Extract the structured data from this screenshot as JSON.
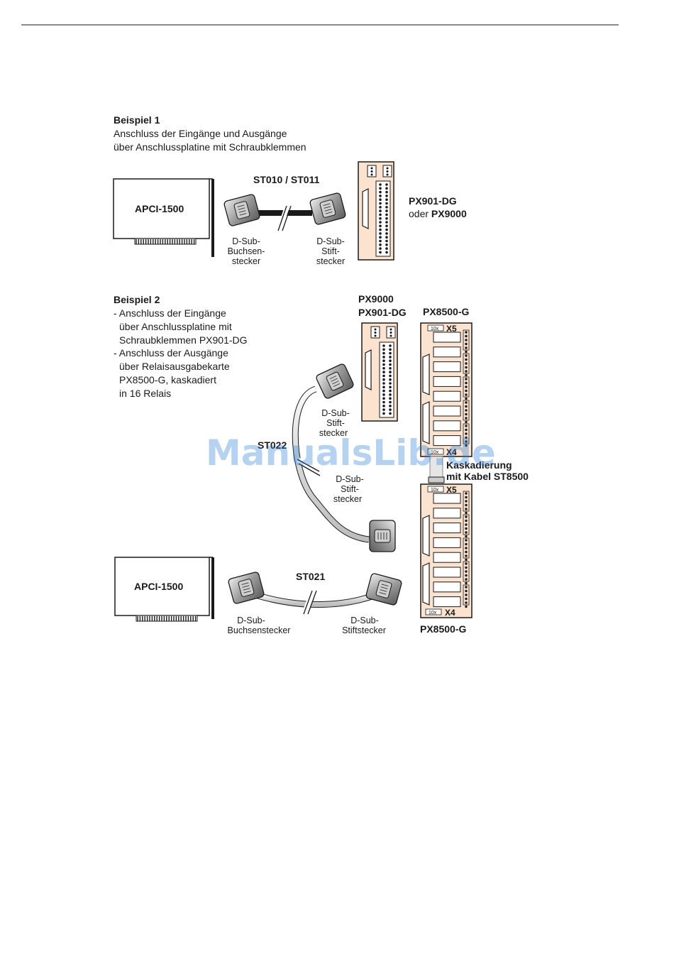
{
  "watermark": "ManualsLib.de",
  "example1": {
    "heading": "Beispiel 1",
    "desc_line1": "Anschluss der Eingänge und Ausgänge",
    "desc_line2": "über Anschlussplatine mit Schraubklemmen",
    "card_label": "APCI-1500",
    "cable_label": "ST010 / ST011",
    "female_conn": [
      "D-Sub-",
      "Buchsen-",
      "stecker"
    ],
    "male_conn": [
      "D-Sub-",
      "Stift-",
      "stecker"
    ],
    "board_name1": "PX901-DG",
    "board_or": "oder ",
    "board_name2": "PX9000"
  },
  "example2": {
    "heading": "Beispiel 2",
    "desc_lines": [
      "- Anschluss der Eingänge",
      "über Anschlussplatine mit",
      "Schraubklemmen PX901-DG",
      "- Anschluss der Ausgänge",
      "über Relaisausgabekarte",
      "PX8500-G, kaskadiert",
      "in 16 Relais"
    ],
    "board_top_label1": "PX9000",
    "board_top_label2": "PX901-DG",
    "relay_top_label": "PX8500-G",
    "relay_bottom_label": "PX8500-G",
    "tag_10x": "10x",
    "x5": "X5",
    "x4": "X4",
    "cable_st022": "ST022",
    "upper_conn": [
      "D-Sub-",
      "Stift-",
      "stecker"
    ],
    "lower_conn": [
      "D-Sub-",
      "Stift-",
      "stecker"
    ],
    "cascade_line1": "Kaskadierung",
    "cascade_line2": "mit Kabel ST8500",
    "card_label": "APCI-1500",
    "cable_st021": "ST021",
    "female_conn": [
      "D-Sub-",
      "Buchsenstecker"
    ],
    "male_conn": [
      "D-Sub-",
      "Stiftstecker"
    ]
  },
  "colors": {
    "board_fill": "#fbe3cf",
    "line": "#1a1a1a",
    "watermark": "#2f7fd8"
  }
}
